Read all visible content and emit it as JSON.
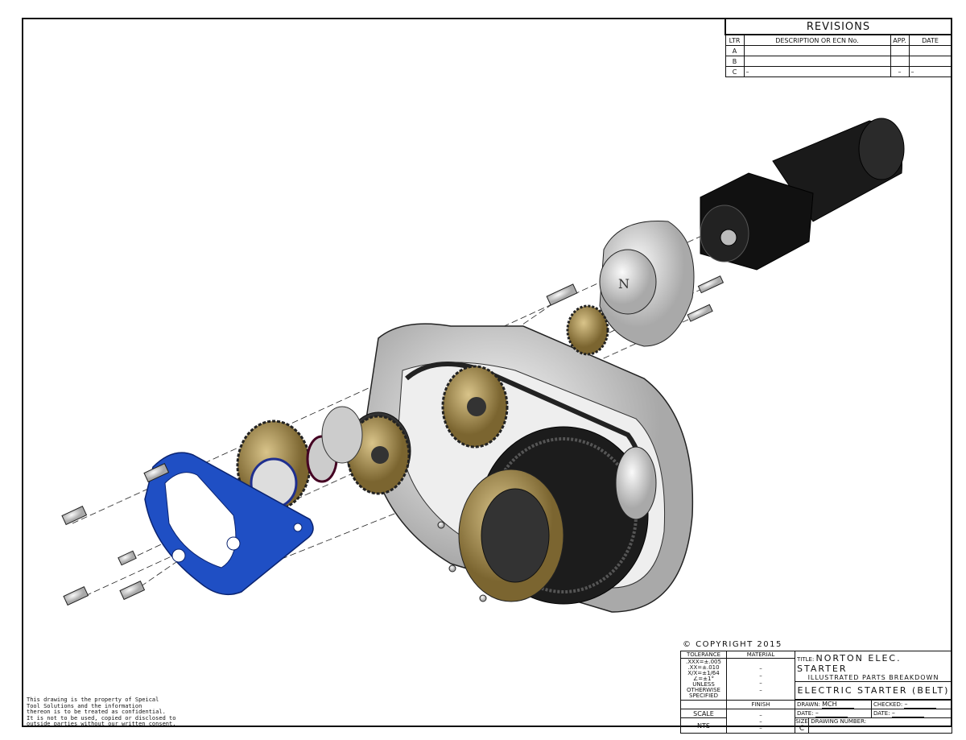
{
  "revisions": {
    "title": "REVISIONS",
    "headers": [
      "LTR",
      "DESCRIPTION OR ECN No.",
      "APP.",
      "DATE"
    ],
    "rows": [
      {
        "ltr": "A",
        "desc": "",
        "app": "",
        "date": ""
      },
      {
        "ltr": "B",
        "desc": "",
        "app": "",
        "date": ""
      },
      {
        "ltr": "C",
        "desc": "–",
        "app": "–",
        "date": "–"
      }
    ]
  },
  "copyright": "© COPYRIGHT 2015",
  "title_block": {
    "tolerance_label": "TOLERANCE",
    "tolerances": [
      ".XXX=±.005",
      ".XX=±.010",
      "X/X=±1/64",
      "∠=±1°",
      "UNLESS",
      "OTHERWISE",
      "SPECIFIED"
    ],
    "material_label": "MATERIAL",
    "material_values": [
      "–",
      "–",
      "–",
      "–"
    ],
    "finish_label": "FINISH",
    "finish_values": [
      "–",
      "–",
      "–"
    ],
    "scale_label": "SCALE",
    "scale_value": "NTS",
    "title_label": "TITLE:",
    "title_line1": "NORTON ELEC. STARTER",
    "title_line2": "ILLUSTRATED PARTS BREAKDOWN",
    "subtitle": "ELECTRIC STARTER (BELT)",
    "drawn_label": "DRAWN:",
    "drawn_value": "MCH",
    "checked_label": "CHECKED:",
    "checked_value": "–",
    "date_label": "DATE:",
    "drawn_date": "–",
    "checked_date": "–",
    "size_label": "SIZE",
    "size_value": "C",
    "drawing_number_label": "DRAWING NUMBER:"
  },
  "notice": "This drawing is the property of Speical\nTool Solutions and the information\nthereon is to be treated as confidential.\nIt is not to be used, copied or disclosed to\noutside parties without our written consent.",
  "colors": {
    "bracket": "#1f4fc4",
    "gear": "#a08a55",
    "motor": "#151515",
    "case": "#d8d8d8"
  }
}
